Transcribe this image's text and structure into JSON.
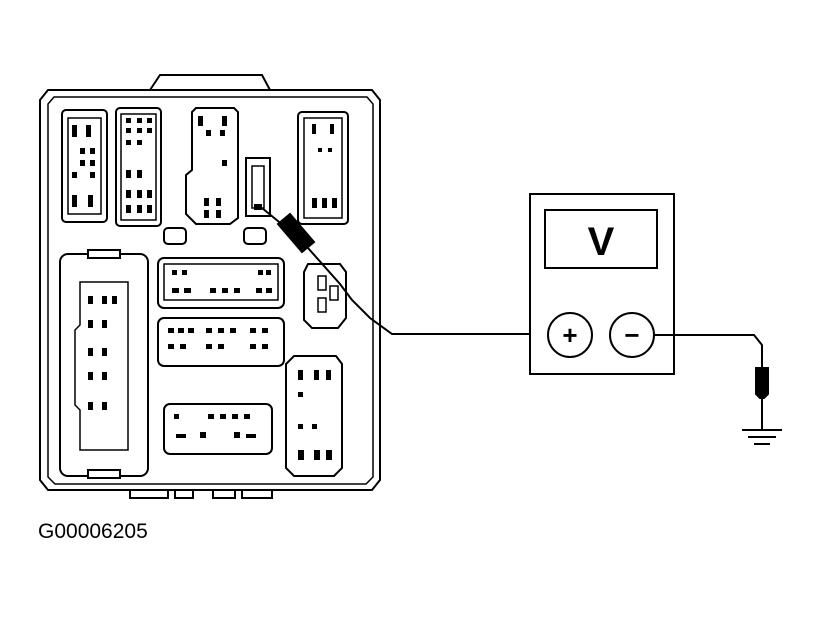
{
  "figure_id": "G00006205",
  "meter": {
    "display_text": "V",
    "positive_symbol": "+",
    "negative_symbol": "−"
  },
  "colors": {
    "ink": "#000000",
    "paper": "#ffffff"
  },
  "icons": [
    "fuse-box-module",
    "test-probe",
    "voltmeter",
    "ground-symbol"
  ]
}
